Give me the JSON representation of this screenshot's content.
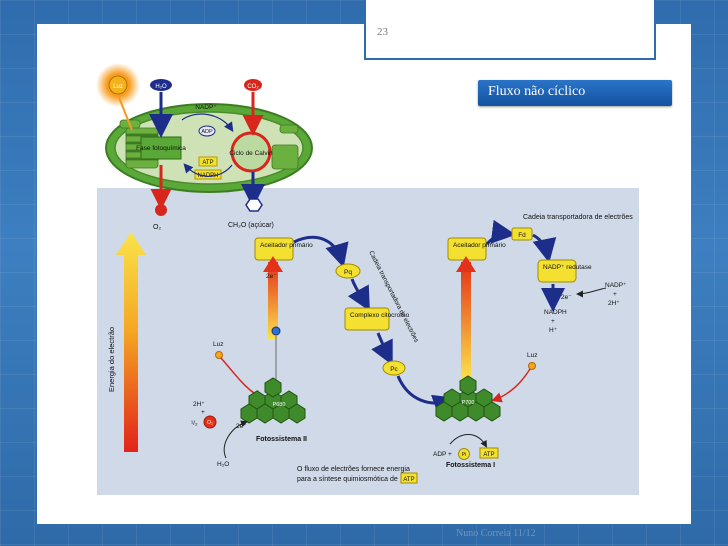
{
  "slide": {
    "page_number": "23",
    "title": "Fluxo não cíclico",
    "footer": "Nuno Correia 11/12"
  },
  "diagram": {
    "chloroplast": {
      "sun_label": "Luz",
      "water_label": "H₂O",
      "co2_label": "CO₂",
      "nadp": "NADP⁺",
      "adp": "ADP",
      "atp": "ATP",
      "nadph": "NADPH",
      "phase_label": "Fase fotoquímica",
      "calvin_label": "Ciclo de Calvin",
      "o2_label": "O₂",
      "sugar_label": "CH₂O (açúcar)"
    },
    "energy_axis_label": "Energia do electrão",
    "chain_title": "Cadeia transportadora de electrões",
    "chain_diagonal": "Cadeia transportadora de electrões",
    "acceptor_1": "Aceitador primário",
    "acceptor_2": "Aceitador primário",
    "e_ps2": "2e⁻",
    "pq": "Pq",
    "complex": "Complexo citocromo",
    "pc": "Pc",
    "fd": "Fd",
    "nadp_reductase": "NADP⁺ redutase",
    "e_reductase": "2e⁻",
    "nadp_in": "NADP⁺",
    "plus_1": "+",
    "h_in": "2H⁺",
    "nadph_out": "NADPH",
    "plus_2": "+",
    "h_out": "H⁺",
    "luz_1": "Luz",
    "luz_2": "Luz",
    "p680": "P680",
    "p700": "P700",
    "h2_plus": "2H⁺",
    "plus_3": "+",
    "half": "¹/₂",
    "o2_small": "O₂",
    "e_water": "2e⁻",
    "water": "H₂O",
    "ps2_label": "Fotossistema II",
    "ps1_label": "Fotossistema I",
    "adp_pi": "ADP +",
    "pi": "Pi",
    "atp_right": "ATP",
    "caption_1": "O fluxo de electrões fornece energia",
    "caption_2": "para a síntese quimiosmótica de",
    "caption_atp": "ATP"
  },
  "colors": {
    "background_blue": "#2f6cae",
    "title_tab": "#1a5fb0",
    "diagram_bg": "#cfd9e8",
    "chloroplast_green": "#5aa838",
    "yellow_box": "#f3e030",
    "arrow_navy": "#1d2d8a",
    "red_arrow": "#d8261c"
  }
}
